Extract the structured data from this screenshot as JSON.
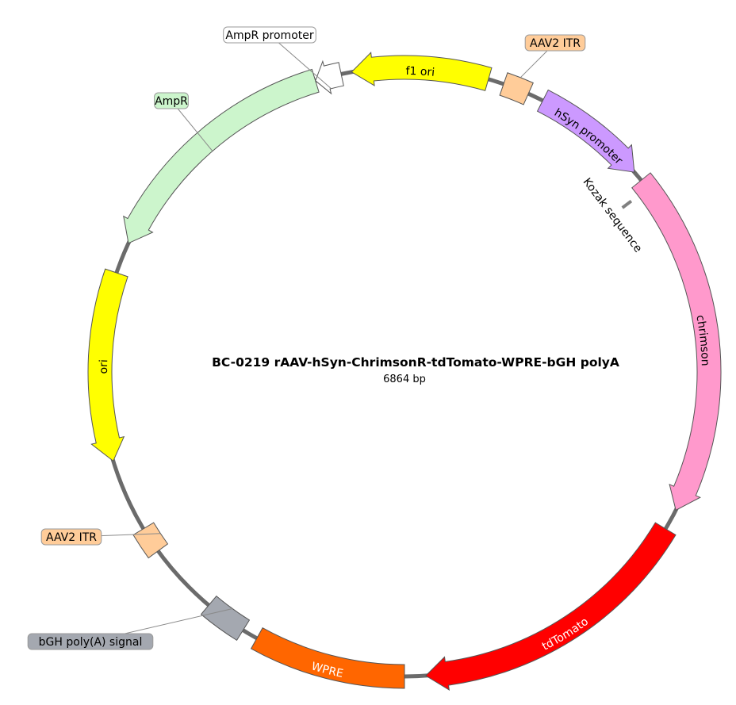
{
  "map": {
    "name": "BC-0219   rAAV-hSyn-ChrimsonR-tdTomato-WPRE-bGH polyA",
    "length": "6864 bp"
  },
  "features": [
    {
      "id": "aav2-itr-top",
      "label": "AAV2 ITR",
      "type": "box",
      "color": "#ffcc99",
      "start_deg": 19,
      "end_deg": 24,
      "label_style": "tag"
    },
    {
      "id": "hsyn-promoter",
      "label": "hSyn promoter",
      "type": "arrow",
      "dir": "cw",
      "color": "#cc99ff",
      "start_deg": 27,
      "end_deg": 49,
      "label_style": "inside"
    },
    {
      "id": "kozak",
      "label": "Kozak sequence",
      "type": "tick",
      "color": "#999999",
      "pos_deg": 53,
      "label_style": "outside-radial"
    },
    {
      "id": "chrimson",
      "label": "chrimson",
      "type": "arrow",
      "dir": "cw",
      "color": "#ff99cc",
      "start_deg": 51,
      "end_deg": 117,
      "label_style": "inside"
    },
    {
      "id": "tdtomato",
      "label": "tdTomato",
      "type": "arrow",
      "dir": "cw",
      "color": "#ff0000",
      "start_deg": 121,
      "end_deg": 176,
      "label_style": "inside-white"
    },
    {
      "id": "wpre",
      "label": "WPRE",
      "type": "box",
      "color": "#ff6600",
      "start_deg": 180,
      "end_deg": 209,
      "label_style": "inside-white"
    },
    {
      "id": "bgh-polya",
      "label": "bGH poly(A) signal",
      "type": "box",
      "color": "#a4a8b0",
      "start_deg": 212,
      "end_deg": 220,
      "label_style": "tag"
    },
    {
      "id": "aav2-itr-bottom",
      "label": "AAV2 ITR",
      "type": "box",
      "color": "#ffcc99",
      "start_deg": 234,
      "end_deg": 239,
      "label_style": "tag"
    },
    {
      "id": "ori",
      "label": "ori",
      "type": "arrow",
      "dir": "ccw",
      "color": "#ffff00",
      "start_deg": 253,
      "end_deg": 289,
      "label_style": "inside"
    },
    {
      "id": "ampr",
      "label": "AmpR",
      "type": "arrow",
      "dir": "ccw",
      "color": "#ccf5cc",
      "start_deg": 295,
      "end_deg": 343,
      "label_style": "tag"
    },
    {
      "id": "ampr-promoter",
      "label": "AmpR promoter",
      "type": "arrow",
      "dir": "ccw",
      "color": "#ffffff",
      "start_deg": 343,
      "end_deg": 348,
      "label_style": "tag"
    },
    {
      "id": "f1-ori",
      "label": "f1 ori",
      "type": "arrow",
      "dir": "ccw",
      "color": "#ffff00",
      "start_deg": 350,
      "end_deg": 16,
      "label_style": "inside"
    }
  ]
}
